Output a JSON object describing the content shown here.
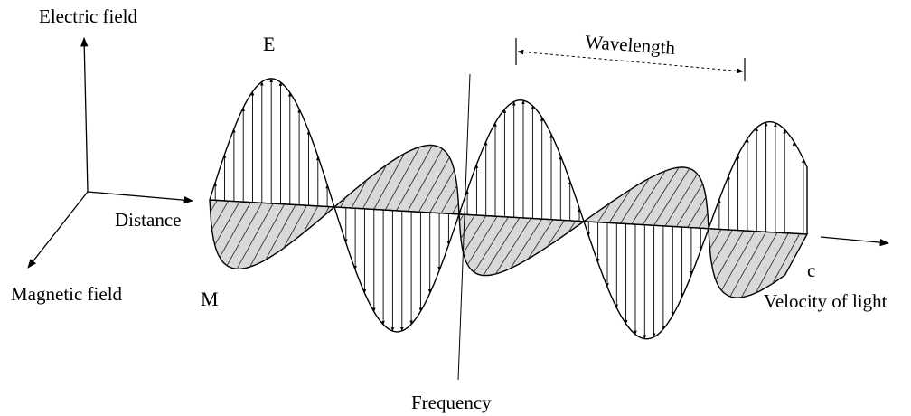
{
  "labels": {
    "electric_field": "Electric field",
    "magnetic_field": "Magnetic field",
    "distance": "Distance",
    "e_wave": "E",
    "m_wave": "M",
    "wavelength": "Wavelength",
    "frequency": "Frequency",
    "c": "c",
    "velocity_of_light": "Velocity of light"
  },
  "colors": {
    "line": "#000000",
    "magnetic_fill": "#d9d9d9",
    "hatch": "#333333",
    "background": "#ffffff"
  }
}
